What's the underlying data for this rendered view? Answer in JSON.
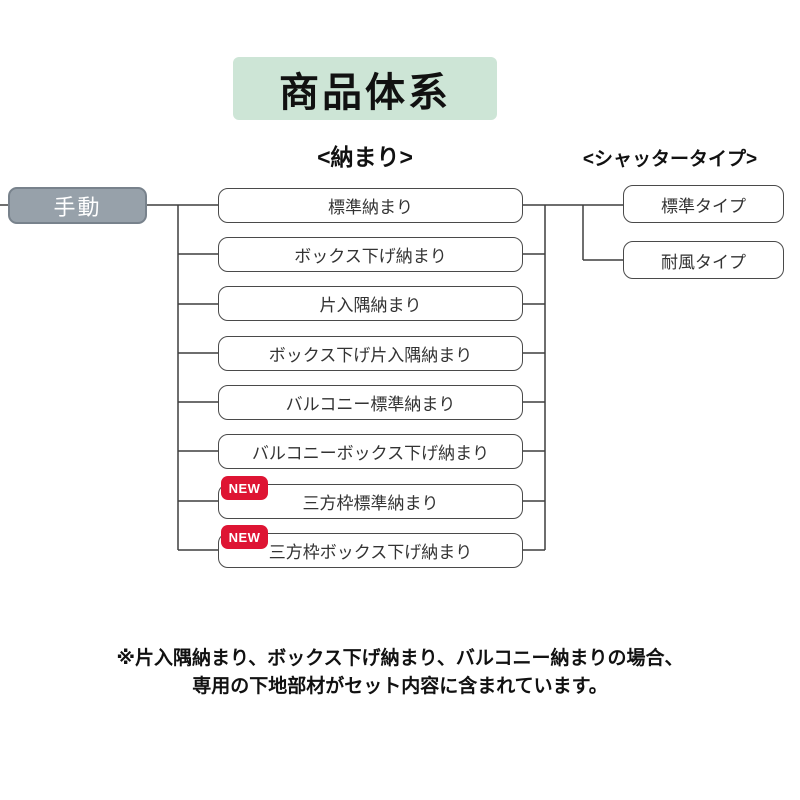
{
  "title": "商品体系",
  "columns": {
    "osamari_header": "<納まり>",
    "shutter_header": "<シャッタータイプ>"
  },
  "root_node": "手動",
  "osamari_items": [
    {
      "label": "標準納まり"
    },
    {
      "label": "ボックス下げ納まり"
    },
    {
      "label": "片入隅納まり"
    },
    {
      "label": "ボックス下げ片入隅納まり"
    },
    {
      "label": "バルコニー標準納まり"
    },
    {
      "label": "バルコニーボックス下げ納まり"
    },
    {
      "label": "三方枠標準納まり",
      "badge": "NEW"
    },
    {
      "label": "三方枠ボックス下げ納まり",
      "badge": "NEW"
    }
  ],
  "shutter_types": [
    {
      "label": "標準タイプ"
    },
    {
      "label": "耐風タイプ"
    }
  ],
  "note": {
    "line1": "※片入隅納まり、ボックス下げ納まり、バルコニー納まりの場合、",
    "line2": "専用の下地部材がセット内容に含まれています。"
  },
  "colors": {
    "title_bg": "#cde5d6",
    "root_node_bg": "#97a1aa",
    "root_node_border": "#78828c",
    "badge_bg": "#de1433",
    "line": "#3f3f3f"
  }
}
